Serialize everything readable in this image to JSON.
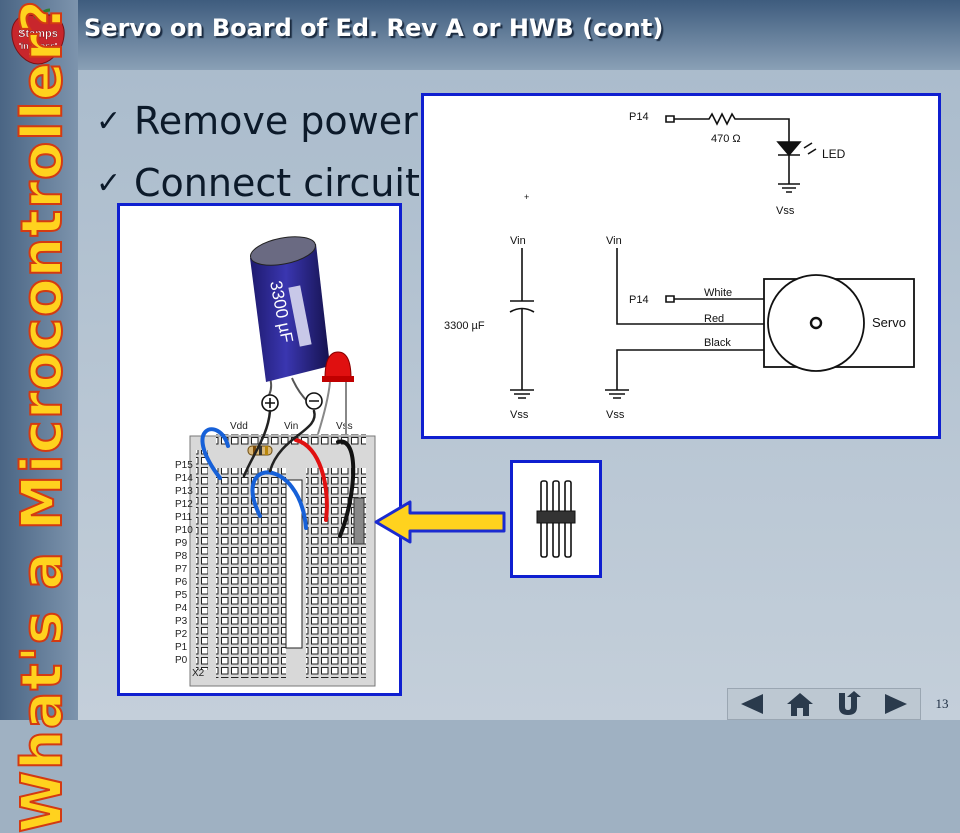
{
  "slide": {
    "title": "Servo on Board of Ed. Rev A or HWB (cont)",
    "vertical_title": "What's a Microcontroller?",
    "page_number": "13",
    "logo_text_top": "Stamps",
    "logo_text_bottom": "in Class",
    "bullets": [
      {
        "check": "✓",
        "text": "Remove power"
      },
      {
        "check": "✓",
        "text": "Connect circuit"
      }
    ]
  },
  "schematic": {
    "p14_top": "P14",
    "resistor": "470 Ω",
    "led": "LED",
    "vss_led": "Vss",
    "vin_left": "Vin",
    "vin_right": "Vin",
    "capacitor": "3300 µF",
    "p14_servo": "P14",
    "white": "White",
    "red": "Red",
    "black": "Black",
    "servo": "Servo",
    "vss_cap": "Vss",
    "vss_servo": "Vss"
  },
  "breadboard": {
    "capacitor_label": "3300 µF",
    "vdd": "Vdd",
    "vin": "Vin",
    "vss": "Vss",
    "x2": "X2",
    "pins": [
      "P15",
      "P14",
      "P13",
      "P12",
      "P11",
      "P10",
      "P9",
      "P8",
      "P7",
      "P6",
      "P5",
      "P4",
      "P3",
      "P2",
      "P1",
      "P0"
    ]
  },
  "nav": {
    "prev": "previous",
    "home": "home",
    "return": "return",
    "next": "next"
  },
  "colors": {
    "title_text": "#ffffff",
    "vertical_title_fill": "#ffd21e",
    "vertical_title_stroke": "#d33a12",
    "panel_border": "#0f1fd0",
    "arrow_fill": "#ffd21e",
    "arrow_stroke": "#1b2bd0"
  }
}
